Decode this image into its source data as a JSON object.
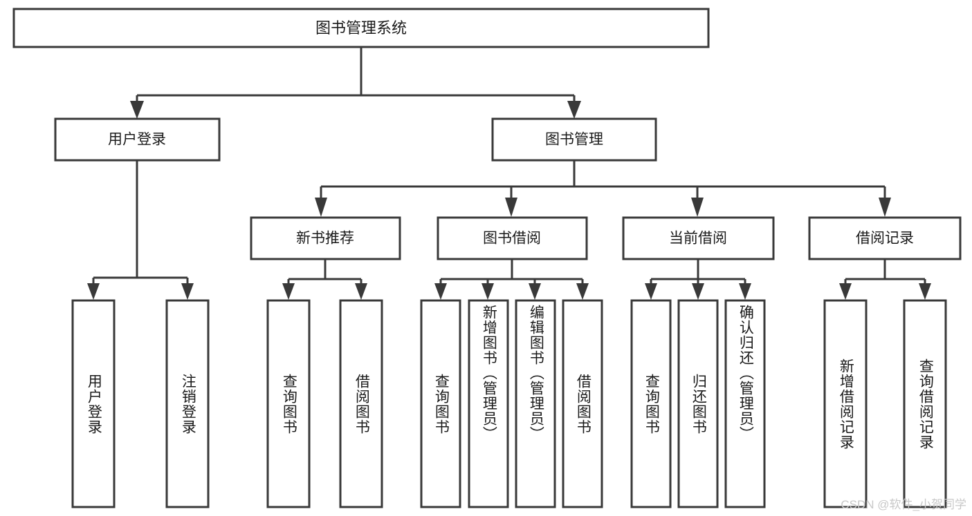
{
  "diagram": {
    "type": "tree",
    "title": "图书管理系统",
    "watermark": "CSDN @软件_小贺同学",
    "colors": {
      "stroke": "#393939",
      "fill": "#ffffff",
      "text": "#1a1a1a",
      "watermark": "#c8c8c8"
    },
    "root": {
      "label": "图书管理系统"
    },
    "level1": [
      {
        "label": "用户登录"
      },
      {
        "label": "图书管理"
      }
    ],
    "level2": [
      {
        "label": "新书推荐"
      },
      {
        "label": "图书借阅"
      },
      {
        "label": "当前借阅"
      },
      {
        "label": "借阅记录"
      }
    ],
    "leaves": {
      "user_login": [
        {
          "label": "用户登录"
        },
        {
          "label": "注销登录"
        }
      ],
      "new_book": [
        {
          "label": "查询图书"
        },
        {
          "label": "借阅图书"
        }
      ],
      "book_borrow": [
        {
          "label": "查询图书"
        },
        {
          "label": "新增图书（管理员）"
        },
        {
          "label": "编辑图书（管理员）"
        },
        {
          "label": "借阅图书"
        }
      ],
      "current_borrow": [
        {
          "label": "查询图书"
        },
        {
          "label": "归还图书"
        },
        {
          "label": "确认归还（管理员）"
        }
      ],
      "borrow_record": [
        {
          "label": "新增借阅记录"
        },
        {
          "label": "查询借阅记录"
        }
      ]
    }
  }
}
